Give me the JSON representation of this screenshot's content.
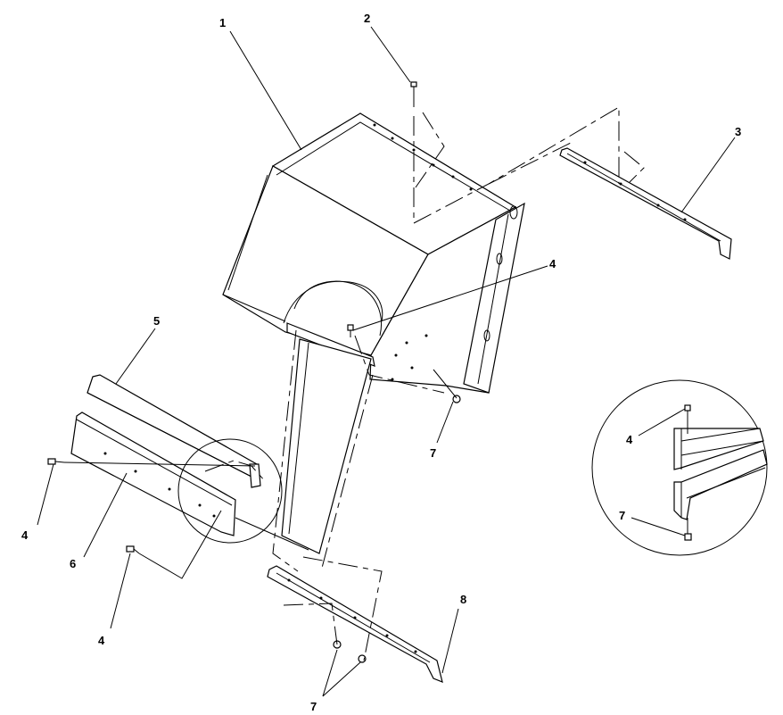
{
  "diagram": {
    "callouts": {
      "c1": "1",
      "c2": "2",
      "c3": "3",
      "c4a": "4",
      "c4b": "4",
      "c4c": "4",
      "c4d": "4",
      "c5": "5",
      "c6": "6",
      "c7a": "7",
      "c7b": "7",
      "c7c": "7",
      "c8": "8"
    }
  }
}
